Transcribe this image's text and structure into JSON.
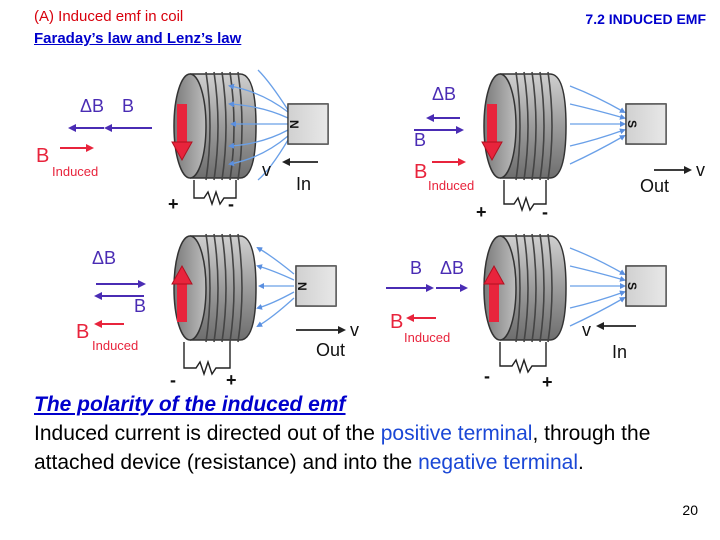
{
  "header": {
    "subtitle_a": "(A) Induced emf in coil",
    "subtitle_b": "Faraday’s law and Lenz’s law",
    "chapter": "7.2 INDUCED EMF"
  },
  "labels": {
    "delta_b": "ΔB",
    "b": "B",
    "b_induced_main": "B",
    "b_induced_sub": "Induced",
    "v": "v",
    "in": "In",
    "out": "Out",
    "plus": "+",
    "minus": "-",
    "pole_n": "N",
    "pole_s": "S"
  },
  "body": {
    "heading": "The polarity of the induced emf",
    "text_1": "Induced current is directed out of the ",
    "highlight_1": "positive terminal",
    "text_2": ", through the attached device (resistance) and into the ",
    "highlight_2": "negative terminal",
    "text_3": "."
  },
  "footer": {
    "page_number": "20"
  },
  "colors": {
    "blue_text": "#0000cc",
    "red_text": "#d8000c",
    "arrow_purple": "#4a2cb4",
    "arrow_red": "#e8243c",
    "coil_gray": "#9a9a9a",
    "field_blue": "#6aa0e8"
  }
}
